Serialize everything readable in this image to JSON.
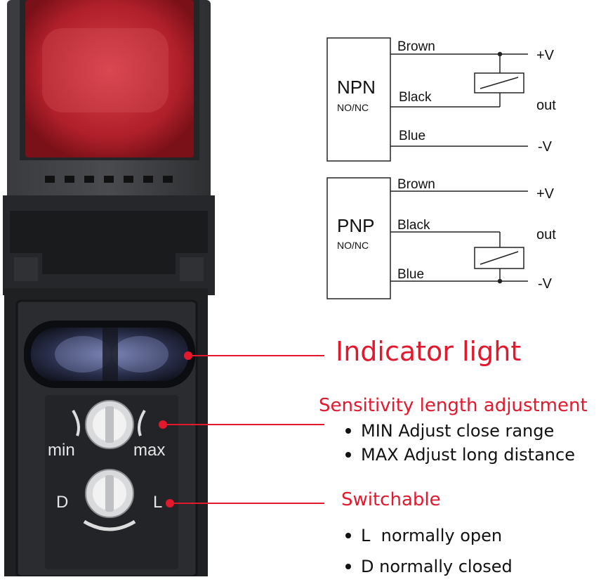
{
  "wiring": {
    "npn": {
      "type": "NPN",
      "mode": "NO/NC",
      "wires": [
        "Brown",
        "Black",
        "Blue"
      ],
      "terminals": [
        "+V",
        "out",
        "-V"
      ]
    },
    "pnp": {
      "type": "PNP",
      "mode": "NO/NC",
      "wires": [
        "Brown",
        "Black",
        "Blue"
      ],
      "terminals": [
        "+V",
        "out",
        "-V"
      ]
    }
  },
  "sensor": {
    "knob_labels": {
      "min": "min",
      "max": "max",
      "d": "D",
      "l": "L"
    }
  },
  "callouts": {
    "indicator": {
      "title": "Indicator light"
    },
    "sensitivity": {
      "title": "Sensitivity length adjustment",
      "items": [
        "MIN Adjust close range",
        "MAX Adjust long distance"
      ]
    },
    "switchable": {
      "title": "Switchable",
      "items": [
        "L  normally open",
        "D normally closed"
      ]
    }
  },
  "colors": {
    "accent": "#e3182d",
    "housing": "#2a2b2d",
    "lens": "#c4232b"
  }
}
